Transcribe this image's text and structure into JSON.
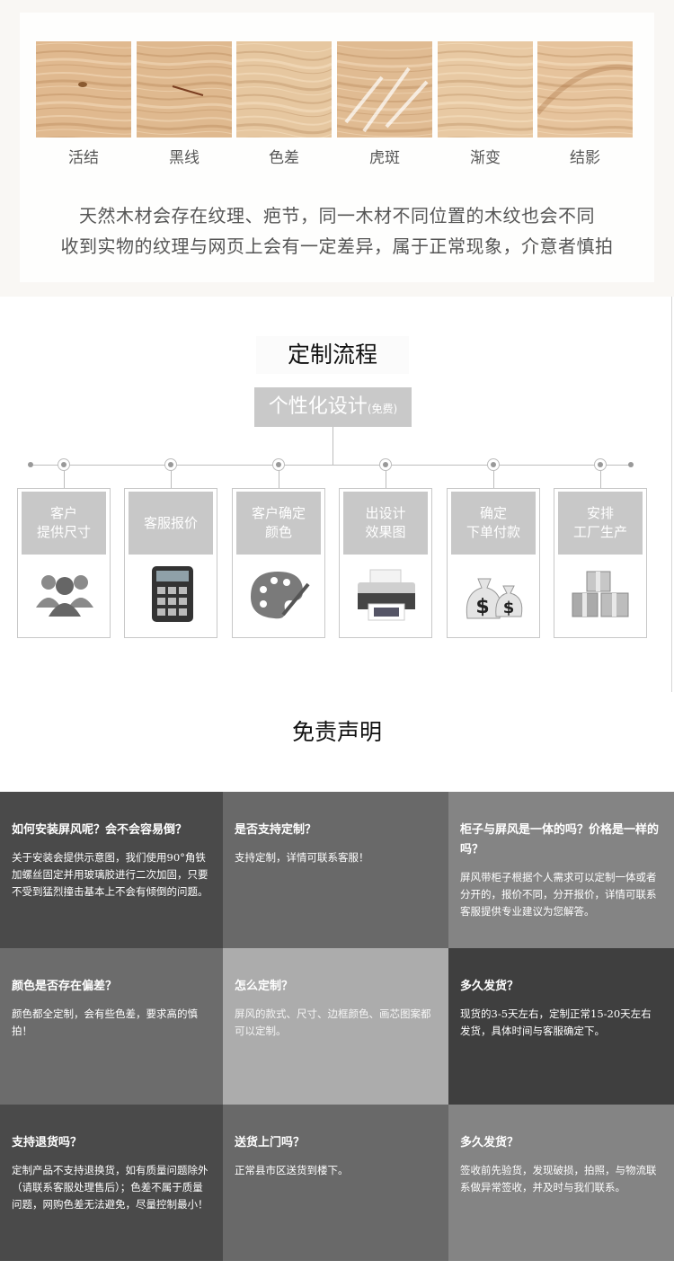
{
  "wood": {
    "swatches": [
      {
        "label": "活结",
        "color": "#e0b98f"
      },
      {
        "label": "黑线",
        "color": "#dfb98f"
      },
      {
        "label": "色差",
        "color": "#e6c7a0"
      },
      {
        "label": "虎斑",
        "color": "#e0bb92"
      },
      {
        "label": "渐变",
        "color": "#e8c9a3"
      },
      {
        "label": "结影",
        "color": "#e6c39c"
      }
    ],
    "note_line1": "天然木材会存在纹理、疤节，同一木材不同位置的木纹也会不同",
    "note_line2": "收到实物的纹理与网页上会有一定差异，属于正常现象，介意者慎拍"
  },
  "process": {
    "title": "定制流程",
    "design_label": "个性化设计",
    "design_note": "(免费)",
    "steps": [
      {
        "label": "客户\n提供尺寸",
        "icon": "users-icon"
      },
      {
        "label": "客服报价",
        "icon": "calculator-icon"
      },
      {
        "label": "客户确定\n颜色",
        "icon": "palette-icon"
      },
      {
        "label": "出设计\n效果图",
        "icon": "printer-icon"
      },
      {
        "label": "确定\n下单付款",
        "icon": "money-bag-icon"
      },
      {
        "label": "安排\n工厂生产",
        "icon": "boxes-icon"
      }
    ]
  },
  "disclaimer": {
    "title": "免责声明",
    "faqs": [
      {
        "q": "如何安装屏风呢？会不会容易倒？",
        "a": "关于安装会提供示意图，我们使用90°角铁加螺丝固定并用玻璃胶进行二次加固，只要不受到猛烈撞击基本上不会有倾倒的问题。",
        "bg": "#4a4a4a"
      },
      {
        "q": "是否支持定制？",
        "a": "支持定制，详情可联系客服！",
        "bg": "#696969"
      },
      {
        "q": "柜子与屏风是一体的吗？价格是一样的吗？",
        "a": "屏风带柜子根据个人需求可以定制一体或者分开的，报价不同，分开报价，详情可联系客服提供专业建议为您解答。",
        "bg": "#848484"
      },
      {
        "q": "颜色是否存在偏差？",
        "a": "颜色都全定制，会有些色差，要求高的慎拍！",
        "bg": "#6c6c6c"
      },
      {
        "q": "怎么定制？",
        "a": "屏风的款式、尺寸、边框颜色、画芯图案都可以定制。",
        "bg": "#acacac"
      },
      {
        "q": "多久发货？",
        "a": "现货的3-5天左右，定制正常15-20天左右发货，具体时间与客服确定下。",
        "bg": "#3f3f3f"
      },
      {
        "q": "支持退货吗？",
        "a": "定制产品不支持退换货，如有质量问题除外（请联系客服处理售后）；色差不属于质量问题，网购色差无法避免，尽量控制最小！",
        "bg": "#4a4a4a"
      },
      {
        "q": "送货上门吗？",
        "a": "正常县市区送货到楼下。",
        "bg": "#696969"
      },
      {
        "q": "多久发货？",
        "a": "签收前先验货，发现破损，拍照，与物流联系做异常签收，并及时与我们联系。",
        "bg": "#848484"
      }
    ]
  }
}
